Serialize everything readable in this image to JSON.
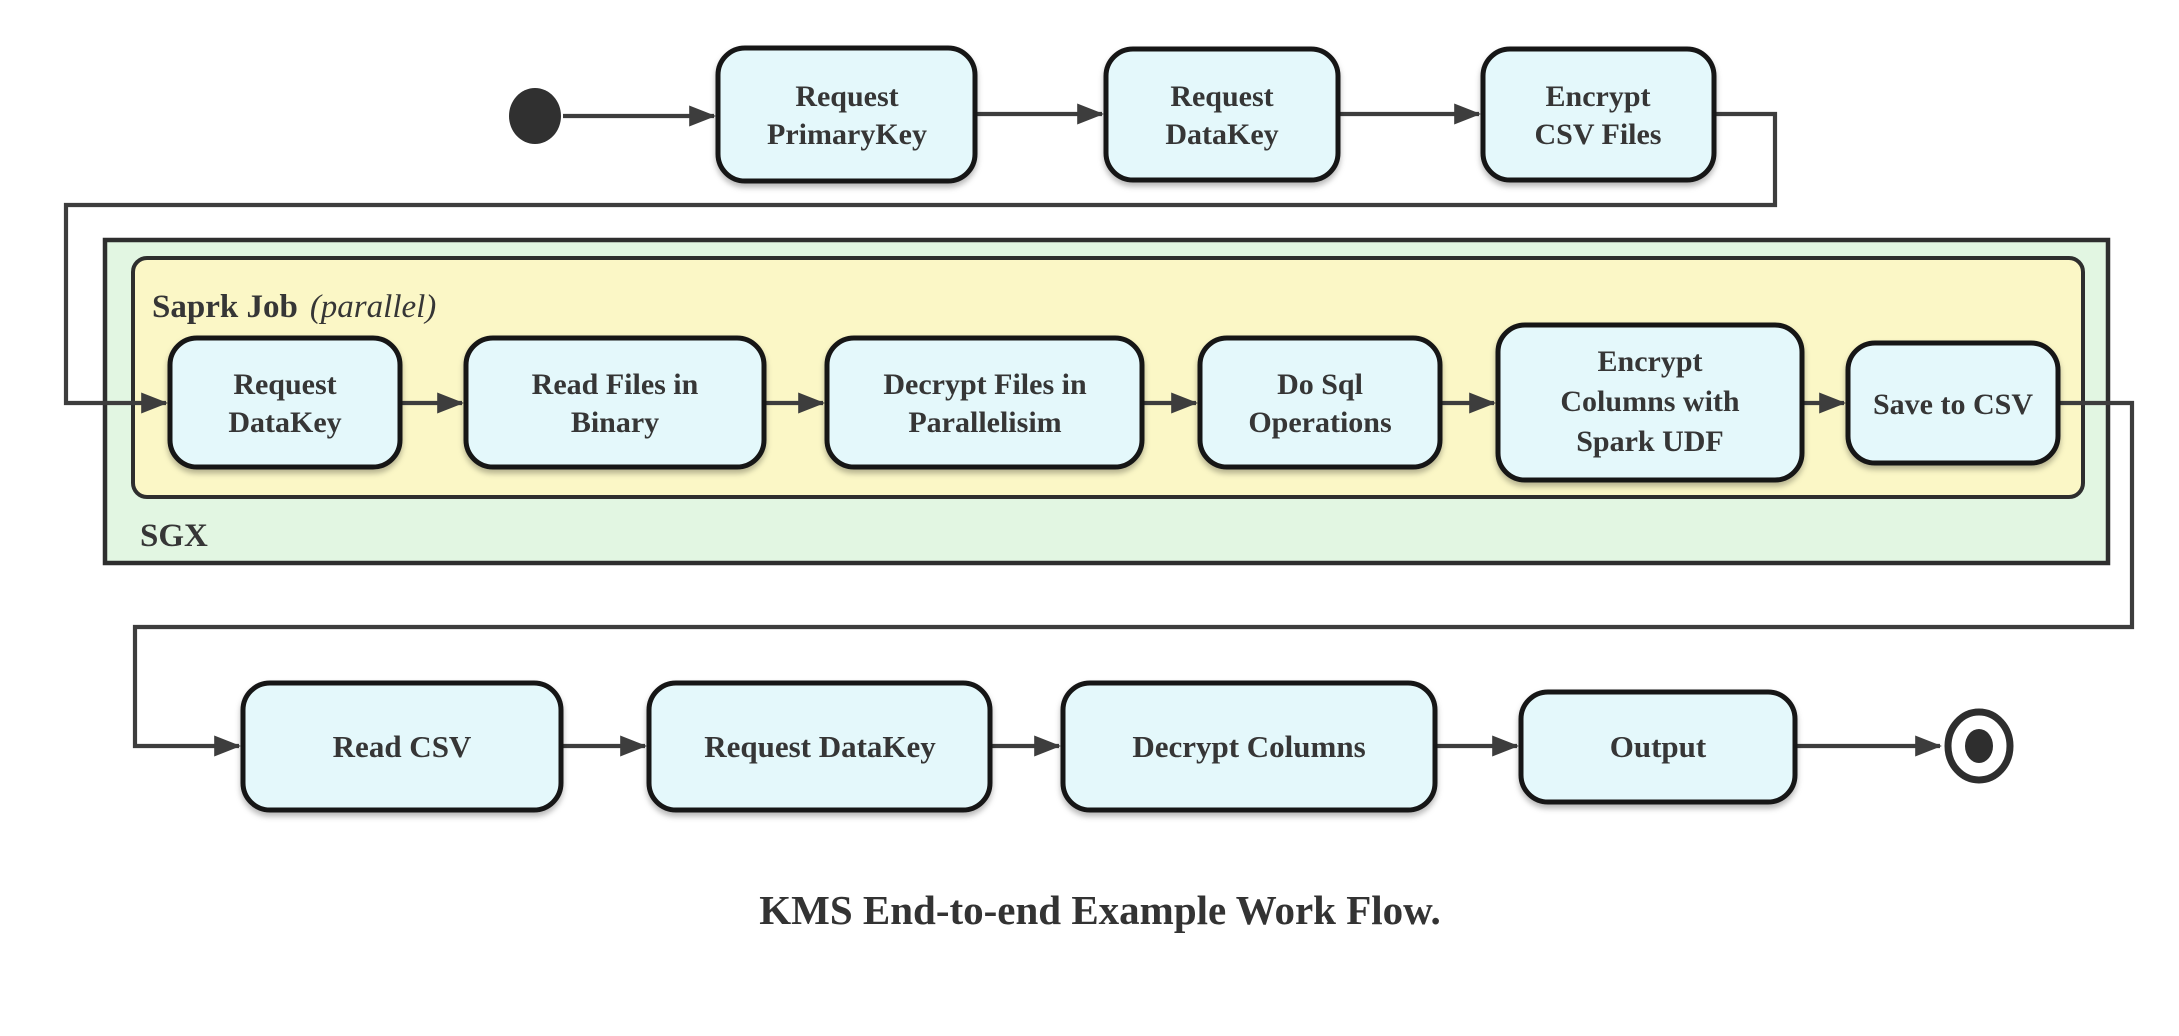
{
  "diagram": {
    "caption": "KMS End-to-end Example Work Flow.",
    "colors": {
      "node_fill": "#e4f8fb",
      "node_border": "#161616",
      "sgx_container_fill": "#e2f6e2",
      "spark_container_fill": "#fbf7c6",
      "edge": "#3d3d3d",
      "text": "#363636"
    },
    "start_state": {
      "name": "start"
    },
    "end_state": {
      "name": "end"
    },
    "containers": {
      "sgx": {
        "label": "SGX"
      },
      "spark": {
        "label": "Saprk Job",
        "qualifier": "(parallel)"
      }
    },
    "top_row": [
      {
        "id": "request-primarykey",
        "lines": [
          "Request",
          "PrimaryKey"
        ]
      },
      {
        "id": "request-datakey",
        "lines": [
          "Request",
          "DataKey"
        ]
      },
      {
        "id": "encrypt-csv-files",
        "lines": [
          "Encrypt",
          "CSV Files"
        ]
      }
    ],
    "sgx_row": [
      {
        "id": "request-datakey-sgx",
        "lines": [
          "Request",
          "DataKey"
        ]
      },
      {
        "id": "read-files-in-binary",
        "lines": [
          "Read Files in",
          "Binary"
        ]
      },
      {
        "id": "decrypt-files-in-parallelisim",
        "lines": [
          "Decrypt Files in",
          "Parallelisim"
        ]
      },
      {
        "id": "do-sql-operations",
        "lines": [
          "Do Sql",
          "Operations"
        ]
      },
      {
        "id": "encrypt-columns-with-spark-udf",
        "lines": [
          "Encrypt",
          "Columns with",
          "Spark UDF"
        ]
      },
      {
        "id": "save-to-csv",
        "lines": [
          "Save to CSV"
        ]
      }
    ],
    "bottom_row": [
      {
        "id": "read-csv",
        "lines": [
          "Read CSV"
        ]
      },
      {
        "id": "request-datakey-client",
        "lines": [
          "Request DataKey"
        ]
      },
      {
        "id": "decrypt-columns",
        "lines": [
          "Decrypt Columns"
        ]
      },
      {
        "id": "output",
        "lines": [
          "Output"
        ]
      }
    ]
  }
}
